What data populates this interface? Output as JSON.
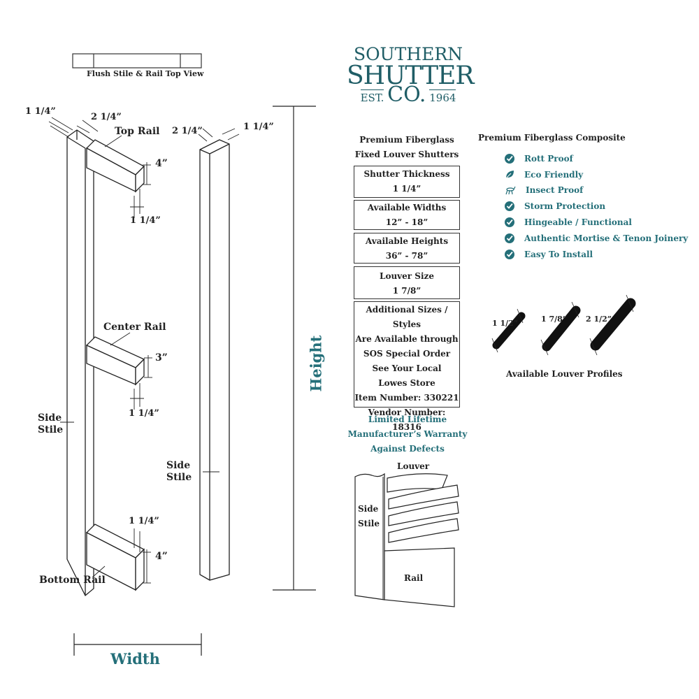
{
  "top_view_label": "Flush Stile & Rail Top View",
  "logo": {
    "line1": "SOUTHERN",
    "line2": "SHUTTER",
    "est": "EST.",
    "co": "CO.",
    "year": "1964"
  },
  "product": {
    "line1": "Premium Fiberglass",
    "line2": "Fixed Louver Shutters"
  },
  "specs": [
    {
      "label": "Shutter Thickness",
      "value": "1 1/4”"
    },
    {
      "label": "Available Widths",
      "value": "12” - 18”"
    },
    {
      "label": "Available Heights",
      "value": "36” - 78”"
    },
    {
      "label": "Louver Size",
      "value": "1 7/8”"
    }
  ],
  "additional": [
    "Additional Sizes / Styles",
    "Are Available through",
    "SOS Special Order",
    "See Your Local",
    "Lowes Store",
    "Item Number: 330221",
    "Vendor Number: 18316"
  ],
  "warranty": [
    "Limited Lifetime",
    "Manufacturer’s Warranty",
    "Against Defects"
  ],
  "composite_title": "Premium Fiberglass Composite",
  "features": [
    {
      "icon": "check-circle-icon",
      "text": "Rott Proof"
    },
    {
      "icon": "leaf-icon",
      "text": "Eco Friendly"
    },
    {
      "icon": "insect-icon",
      "text": "Insect Proof"
    },
    {
      "icon": "check-circle-icon",
      "text": "Storm Protection"
    },
    {
      "icon": "check-circle-icon",
      "text": "Hingeable / Functional"
    },
    {
      "icon": "check-circle-icon",
      "text": "Authentic Mortise & Tenon Joinery"
    },
    {
      "icon": "check-circle-icon",
      "text": "Easy To Install"
    }
  ],
  "profiles": {
    "p1": "1 1/2”",
    "p2": "1 7/8”",
    "p3": "2 1/2”",
    "caption": "Available Louver Profiles"
  },
  "front": {
    "dim_left": "1 1/4”",
    "dim_top": "2 1/4”",
    "top_rail": "Top Rail",
    "dim_4a": "4”",
    "dim_114a": "1 1/4”",
    "center_rail": "Center Rail",
    "dim_3": "3”",
    "dim_114b": "1 1/4”",
    "side_stile_1": "Side",
    "side_stile_2": "Stile",
    "dim_114c": "1 1/4”",
    "dim_4b": "4”",
    "bottom_rail": "Bottom Rail"
  },
  "side": {
    "dim_a": "2 1/4”",
    "dim_b": "1 1/4”",
    "side_stile_1": "Side",
    "side_stile_2": "Stile"
  },
  "width_label": "Width",
  "height_label": "Height",
  "detail": {
    "louver": "Louver",
    "side_stile_1": "Side",
    "side_stile_2": "Stile",
    "rail": "Rail"
  },
  "colors": {
    "teal": "#246f79",
    "line": "#222222"
  }
}
